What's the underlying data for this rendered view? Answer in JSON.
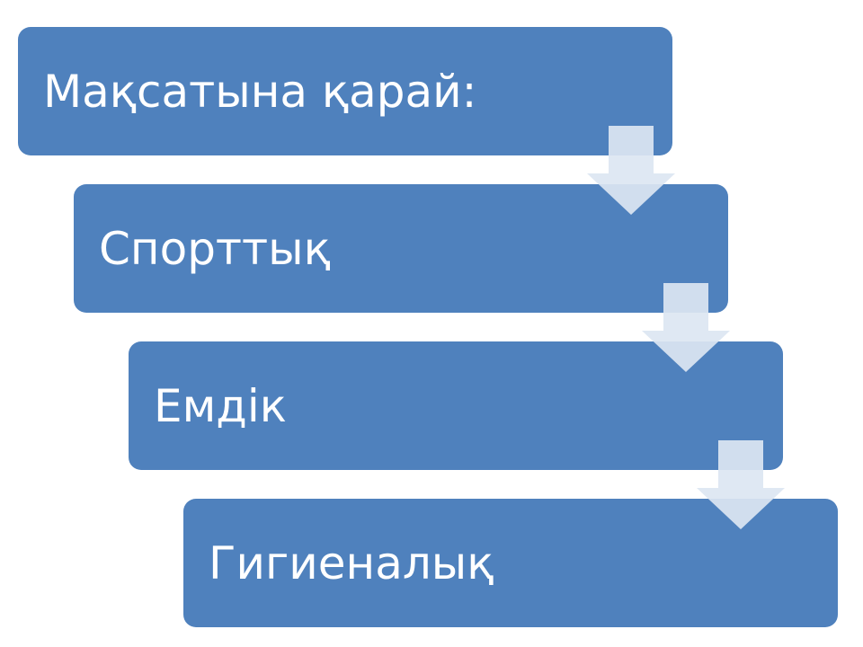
{
  "diagram": {
    "steps": [
      {
        "label": "Мақсатына қарай:"
      },
      {
        "label": "Спорттық"
      },
      {
        "label": "Емдік"
      },
      {
        "label": "Гигиеналық"
      }
    ],
    "colors": {
      "box_fill": "#4f81bd",
      "box_text": "#ffffff",
      "arrow_fill": "#dce6f2",
      "background": "#ffffff"
    }
  }
}
